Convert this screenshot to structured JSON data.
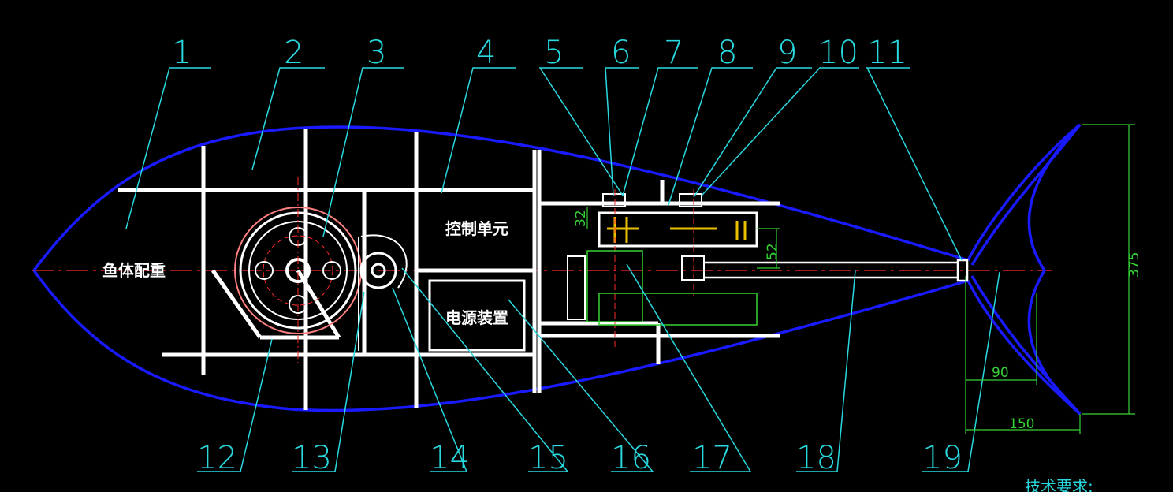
{
  "callouts": {
    "n1": "1",
    "n2": "2",
    "n3": "3",
    "n4": "4",
    "n5": "5",
    "n6": "6",
    "n7": "7",
    "n8": "8",
    "n9": "9",
    "n10": "10",
    "n11": "11",
    "n12": "12",
    "n13": "13",
    "n14": "14",
    "n15": "15",
    "n16": "16",
    "n17": "17",
    "n18": "18",
    "n19": "19"
  },
  "text_labels": {
    "ballast": "鱼体配重",
    "control_unit": "控制单元",
    "power_unit": "电源装置",
    "tech_requirements": "技术要求:"
  },
  "dimensions": {
    "d32": "32",
    "d52": "52",
    "d375": "375",
    "d90": "90",
    "d150": "150"
  },
  "colors": {
    "body_outline": "#1a1aff",
    "frame": "#ffffff",
    "leader": "#29d9e0",
    "dimension": "#35d235",
    "centerline": "#ff2a2a",
    "gear": "#e8c000"
  }
}
